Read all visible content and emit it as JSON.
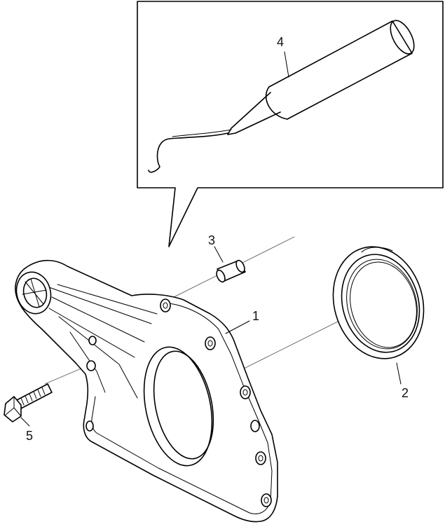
{
  "diagram": {
    "type": "exploded-parts-view",
    "callouts": [
      {
        "id": "1",
        "label": "1",
        "part": "rear-cover-housing"
      },
      {
        "id": "2",
        "label": "2",
        "part": "oil-seal-ring"
      },
      {
        "id": "3",
        "label": "3",
        "part": "dowel-pin"
      },
      {
        "id": "4",
        "label": "4",
        "part": "hook-tool"
      },
      {
        "id": "5",
        "label": "5",
        "part": "bolt"
      }
    ]
  }
}
